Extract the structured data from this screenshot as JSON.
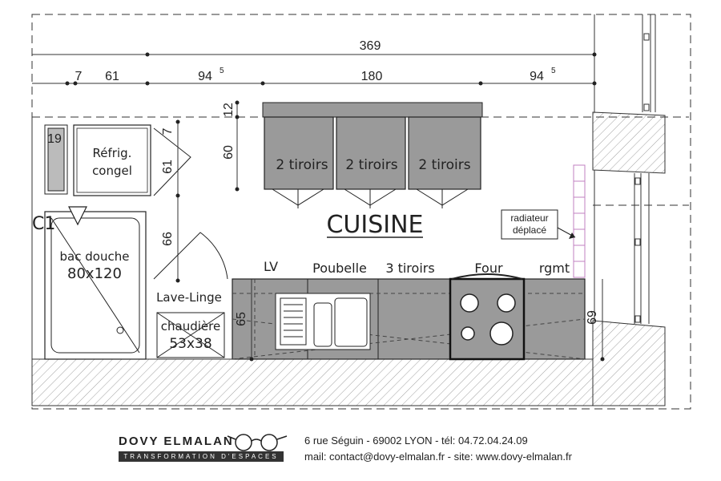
{
  "dimensions": {
    "total": "369",
    "d7": "7",
    "d61": "61",
    "d94a": "94",
    "d94a_sup": "5",
    "d180": "180",
    "d94b": "94",
    "d94b_sup": "5",
    "v12": "12",
    "v60": "60",
    "v7": "7",
    "v61": "61",
    "v66": "66",
    "v65": "65",
    "v69": "69",
    "v19": "19"
  },
  "labels": {
    "room": "CUISINE",
    "island_drawers": [
      "2 tiroirs",
      "2 tiroirs",
      "2 tiroirs"
    ],
    "fridge_line1": "Réfrig.",
    "fridge_line2": "congel",
    "shower_line1": "bac douche",
    "shower_line2": "80x120",
    "shower_code": "C1",
    "washer": "Lave-Linge",
    "boiler_line1": "chaudière",
    "boiler_line2": "53x38",
    "radiator_line1": "radiateur",
    "radiator_line2": "déplacé",
    "counter_units": [
      "LV",
      "Poubelle",
      "3 tiroirs",
      "Four",
      "rgmt"
    ]
  },
  "footer": {
    "company": "DOVY ELMALAN",
    "tagline": "TRANSFORMATION D'ESPACES",
    "address_line": "6 rue Séguin - 69002 LYON - tél: 04.72.04.24.09",
    "contact_line": "mail: contact@dovy-elmalan.fr - site: www.dovy-elmalan.fr"
  },
  "colors": {
    "cabinet_fill": "#9a9a9a",
    "line": "#222222",
    "radiator": "#c080c0"
  }
}
